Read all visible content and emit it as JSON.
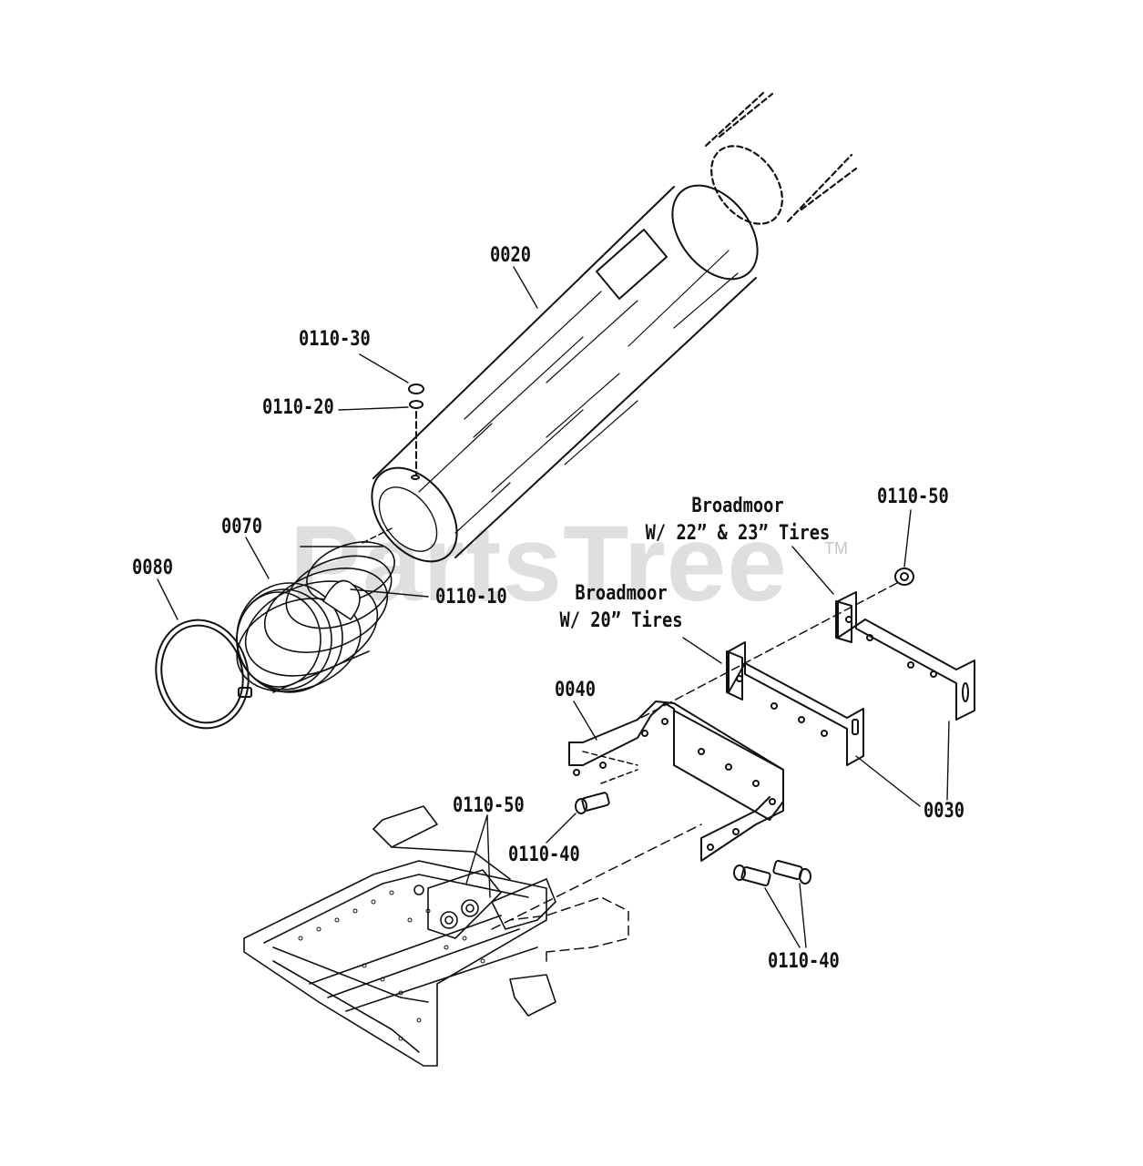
{
  "watermark": {
    "brand": "PartsTree",
    "tm": "TM"
  },
  "callouts": {
    "p0020": "0020",
    "p0110_30": "0110-30",
    "p0110_20": "0110-20",
    "p0070": "0070",
    "p0080": "0080",
    "p0110_10": "0110-10",
    "p0110_50_top": "0110-50",
    "p0040": "0040",
    "p0110_50_bottom": "0110-50",
    "p0110_40_left": "0110-40",
    "p0030": "0030",
    "p0110_40_right": "0110-40"
  },
  "notes": {
    "broadmoor_22_line1": "Broadmoor",
    "broadmoor_22_line2": "W/ 22” & 23” Tires",
    "broadmoor_20_line1": "Broadmoor",
    "broadmoor_20_line2": "W/ 20” Tires"
  }
}
